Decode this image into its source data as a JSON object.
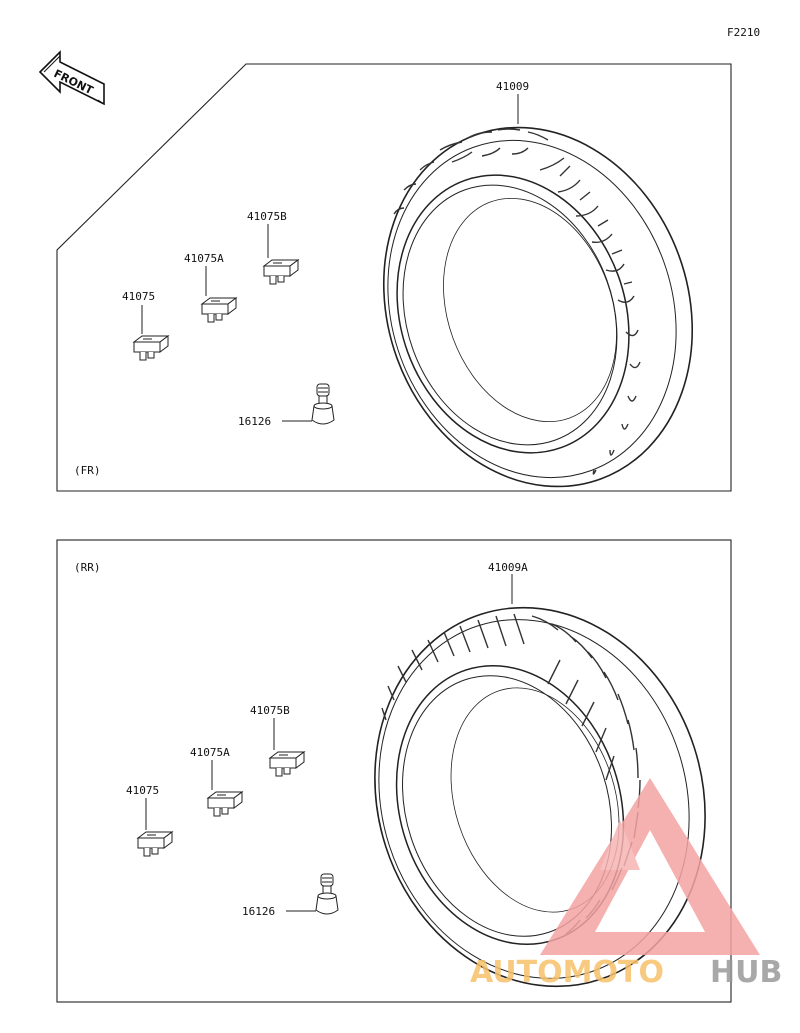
{
  "diagram_code": "F2210",
  "front_arrow": {
    "text": "FRONT"
  },
  "panels": [
    {
      "id": "front",
      "label": "(FR)",
      "parts": {
        "tire": "41009",
        "weight": "41075",
        "weight_a": "41075A",
        "weight_b": "41075B",
        "valve": "16126"
      }
    },
    {
      "id": "rear",
      "label": "(RR)",
      "parts": {
        "tire": "41009A",
        "weight": "41075",
        "weight_a": "41075A",
        "weight_b": "41075B",
        "valve": "16126"
      }
    }
  ],
  "watermark": {
    "part1": "AUTOMOTO",
    "part2": "HUB",
    "color_primary": "#f4a3a3",
    "color_accent": "#f7c16b",
    "color_gray": "#9a9a9a"
  }
}
